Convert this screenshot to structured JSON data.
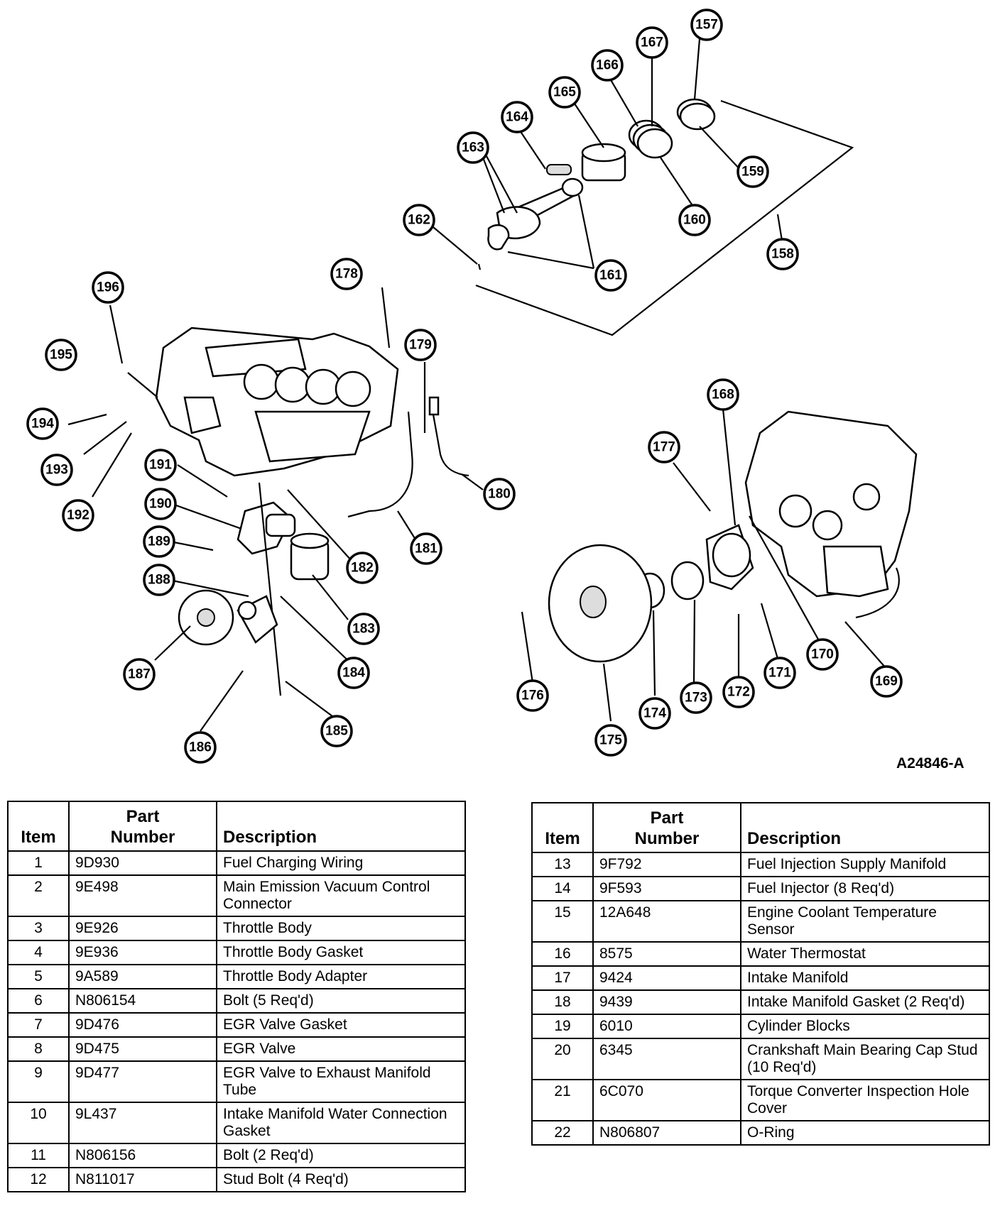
{
  "figure_id": "A24846-A",
  "callouts": [
    "157",
    "158",
    "159",
    "160",
    "161",
    "162",
    "163",
    "164",
    "165",
    "166",
    "167",
    "168",
    "169",
    "170",
    "171",
    "172",
    "173",
    "174",
    "175",
    "176",
    "177",
    "178",
    "179",
    "180",
    "181",
    "182",
    "183",
    "184",
    "185",
    "186",
    "187",
    "188",
    "189",
    "190",
    "191",
    "192",
    "193",
    "194",
    "195",
    "196"
  ],
  "table_headers": {
    "item": "Item",
    "part_number": "Part Number",
    "description": "Description"
  },
  "parts_left": [
    {
      "item": "1",
      "part": "9D930",
      "desc": "Fuel Charging Wiring"
    },
    {
      "item": "2",
      "part": "9E498",
      "desc": "Main Emission Vacuum Control Connector"
    },
    {
      "item": "3",
      "part": "9E926",
      "desc": "Throttle Body"
    },
    {
      "item": "4",
      "part": "9E936",
      "desc": "Throttle Body Gasket"
    },
    {
      "item": "5",
      "part": "9A589",
      "desc": "Throttle Body Adapter"
    },
    {
      "item": "6",
      "part": "N806154",
      "desc": "Bolt (5 Req'd)"
    },
    {
      "item": "7",
      "part": "9D476",
      "desc": "EGR Valve Gasket"
    },
    {
      "item": "8",
      "part": "9D475",
      "desc": "EGR Valve"
    },
    {
      "item": "9",
      "part": "9D477",
      "desc": "EGR Valve to Exhaust Manifold Tube"
    },
    {
      "item": "10",
      "part": "9L437",
      "desc": "Intake Manifold Water Connection Gasket"
    },
    {
      "item": "11",
      "part": "N806156",
      "desc": "Bolt (2 Req'd)"
    },
    {
      "item": "12",
      "part": "N811017",
      "desc": "Stud Bolt (4 Req'd)"
    }
  ],
  "parts_right": [
    {
      "item": "13",
      "part": "9F792",
      "desc": "Fuel Injection Supply Manifold"
    },
    {
      "item": "14",
      "part": "9F593",
      "desc": "Fuel Injector (8 Req'd)"
    },
    {
      "item": "15",
      "part": "12A648",
      "desc": "Engine Coolant Temperature Sensor"
    },
    {
      "item": "16",
      "part": "8575",
      "desc": "Water Thermostat"
    },
    {
      "item": "17",
      "part": "9424",
      "desc": "Intake Manifold"
    },
    {
      "item": "18",
      "part": "9439",
      "desc": "Intake Manifold Gasket (2 Req'd)"
    },
    {
      "item": "19",
      "part": "6010",
      "desc": "Cylinder Blocks"
    },
    {
      "item": "20",
      "part": "6345",
      "desc": "Crankshaft Main Bearing Cap Stud (10 Req'd)"
    },
    {
      "item": "21",
      "part": "6C070",
      "desc": "Torque Converter Inspection Hole Cover"
    },
    {
      "item": "22",
      "part": "N806807",
      "desc": "O-Ring"
    }
  ]
}
